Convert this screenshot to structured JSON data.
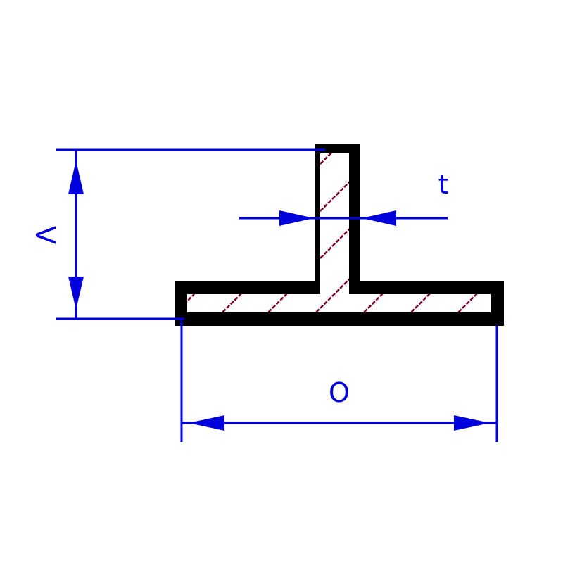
{
  "dimensions": {
    "height": {
      "label": "V"
    },
    "thickness": {
      "label": "t"
    },
    "width": {
      "label": "O"
    }
  },
  "colors": {
    "background": "#ffffff",
    "dimension": "#0000dd",
    "profile": "#000000",
    "hatch": "#7a0030"
  }
}
